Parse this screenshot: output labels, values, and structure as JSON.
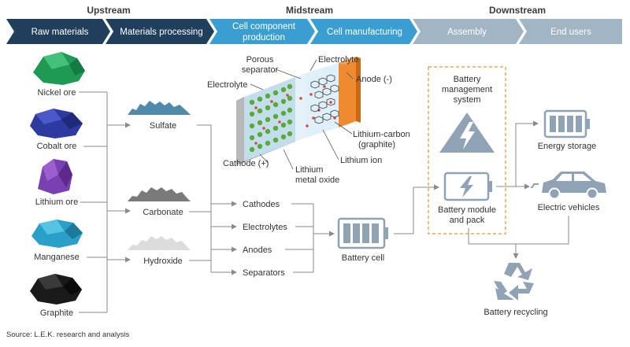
{
  "stages": {
    "upstream": "Upstream",
    "midstream": "Midstream",
    "downstream": "Downstream"
  },
  "steps": [
    {
      "label": "Raw materials",
      "color": "#1f3f5c"
    },
    {
      "label": "Materials processing",
      "color": "#1f3f5c"
    },
    {
      "label": "Cell component",
      "label2": "production",
      "color": "#3a9fd0"
    },
    {
      "label": "Cell manufacturing",
      "color": "#3a9fd0"
    },
    {
      "label": "Assembly",
      "color": "#a2b5c4"
    },
    {
      "label": "End users",
      "color": "#a2b5c4"
    }
  ],
  "raw_materials": [
    "Nickel ore",
    "Cobalt ore",
    "Lithium ore",
    "Manganese",
    "Graphite"
  ],
  "processing": [
    "Sulfate",
    "Carbonate",
    "Hydroxide"
  ],
  "components": [
    "Cathodes",
    "Electrolytes",
    "Anodes",
    "Separators"
  ],
  "cell": {
    "labels": {
      "porous_1": "Porous",
      "porous_2": "separator",
      "electrolyte_top": "Electrolyte",
      "electrolyte_left": "Electrolyte",
      "anode": "Anode (-)",
      "lithium_carbon_1": "Lithium-carbon",
      "lithium_carbon_2": "(graphite)",
      "lithium_ion": "Lithium ion",
      "cathode": "Cathode (+)",
      "lithium_metal_1": "Lithium",
      "lithium_metal_2": "metal oxide"
    }
  },
  "battery_cell_label": "Battery cell",
  "bms": {
    "line1": "Battery",
    "line2": "management",
    "line3": "system"
  },
  "module": {
    "line1": "Battery module",
    "line2": "and pack"
  },
  "end_users": {
    "energy_storage": "Energy storage",
    "electric_vehicles": "Electric vehicles"
  },
  "recycling_label": "Battery recycling",
  "source": "Source: L.E.K. research and analysis",
  "colors": {
    "dark_navy": "#1f3f5c",
    "mid_blue": "#3a9fd0",
    "grey_blue": "#a2b5c4",
    "icon": "#8fa3b5",
    "line": "#8a8a8a",
    "dashed": "#f0a45a",
    "anode": "#f08a30",
    "cathode_ball": "#5aaa3a"
  }
}
